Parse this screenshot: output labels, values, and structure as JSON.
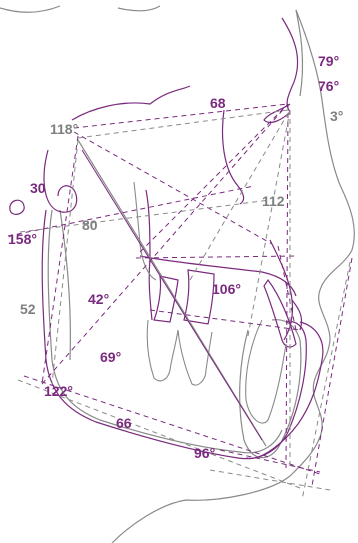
{
  "colors": {
    "purple": "#7a2a7e",
    "gray": "#7f7f7f",
    "background": "#ffffff"
  },
  "labels": {
    "angle_79": "79°",
    "angle_76": "76°",
    "angle_3": "3°",
    "angle_68": "68",
    "angle_118": "118°",
    "angle_30": "30",
    "value_112_upper": "112",
    "value_80": "80",
    "angle_158": "158°",
    "value_52": "52",
    "angle_42": "42°",
    "angle_106": "106°",
    "angle_69": "69°",
    "angle_122": "122°",
    "value_66": "66",
    "angle_96": "96°"
  }
}
